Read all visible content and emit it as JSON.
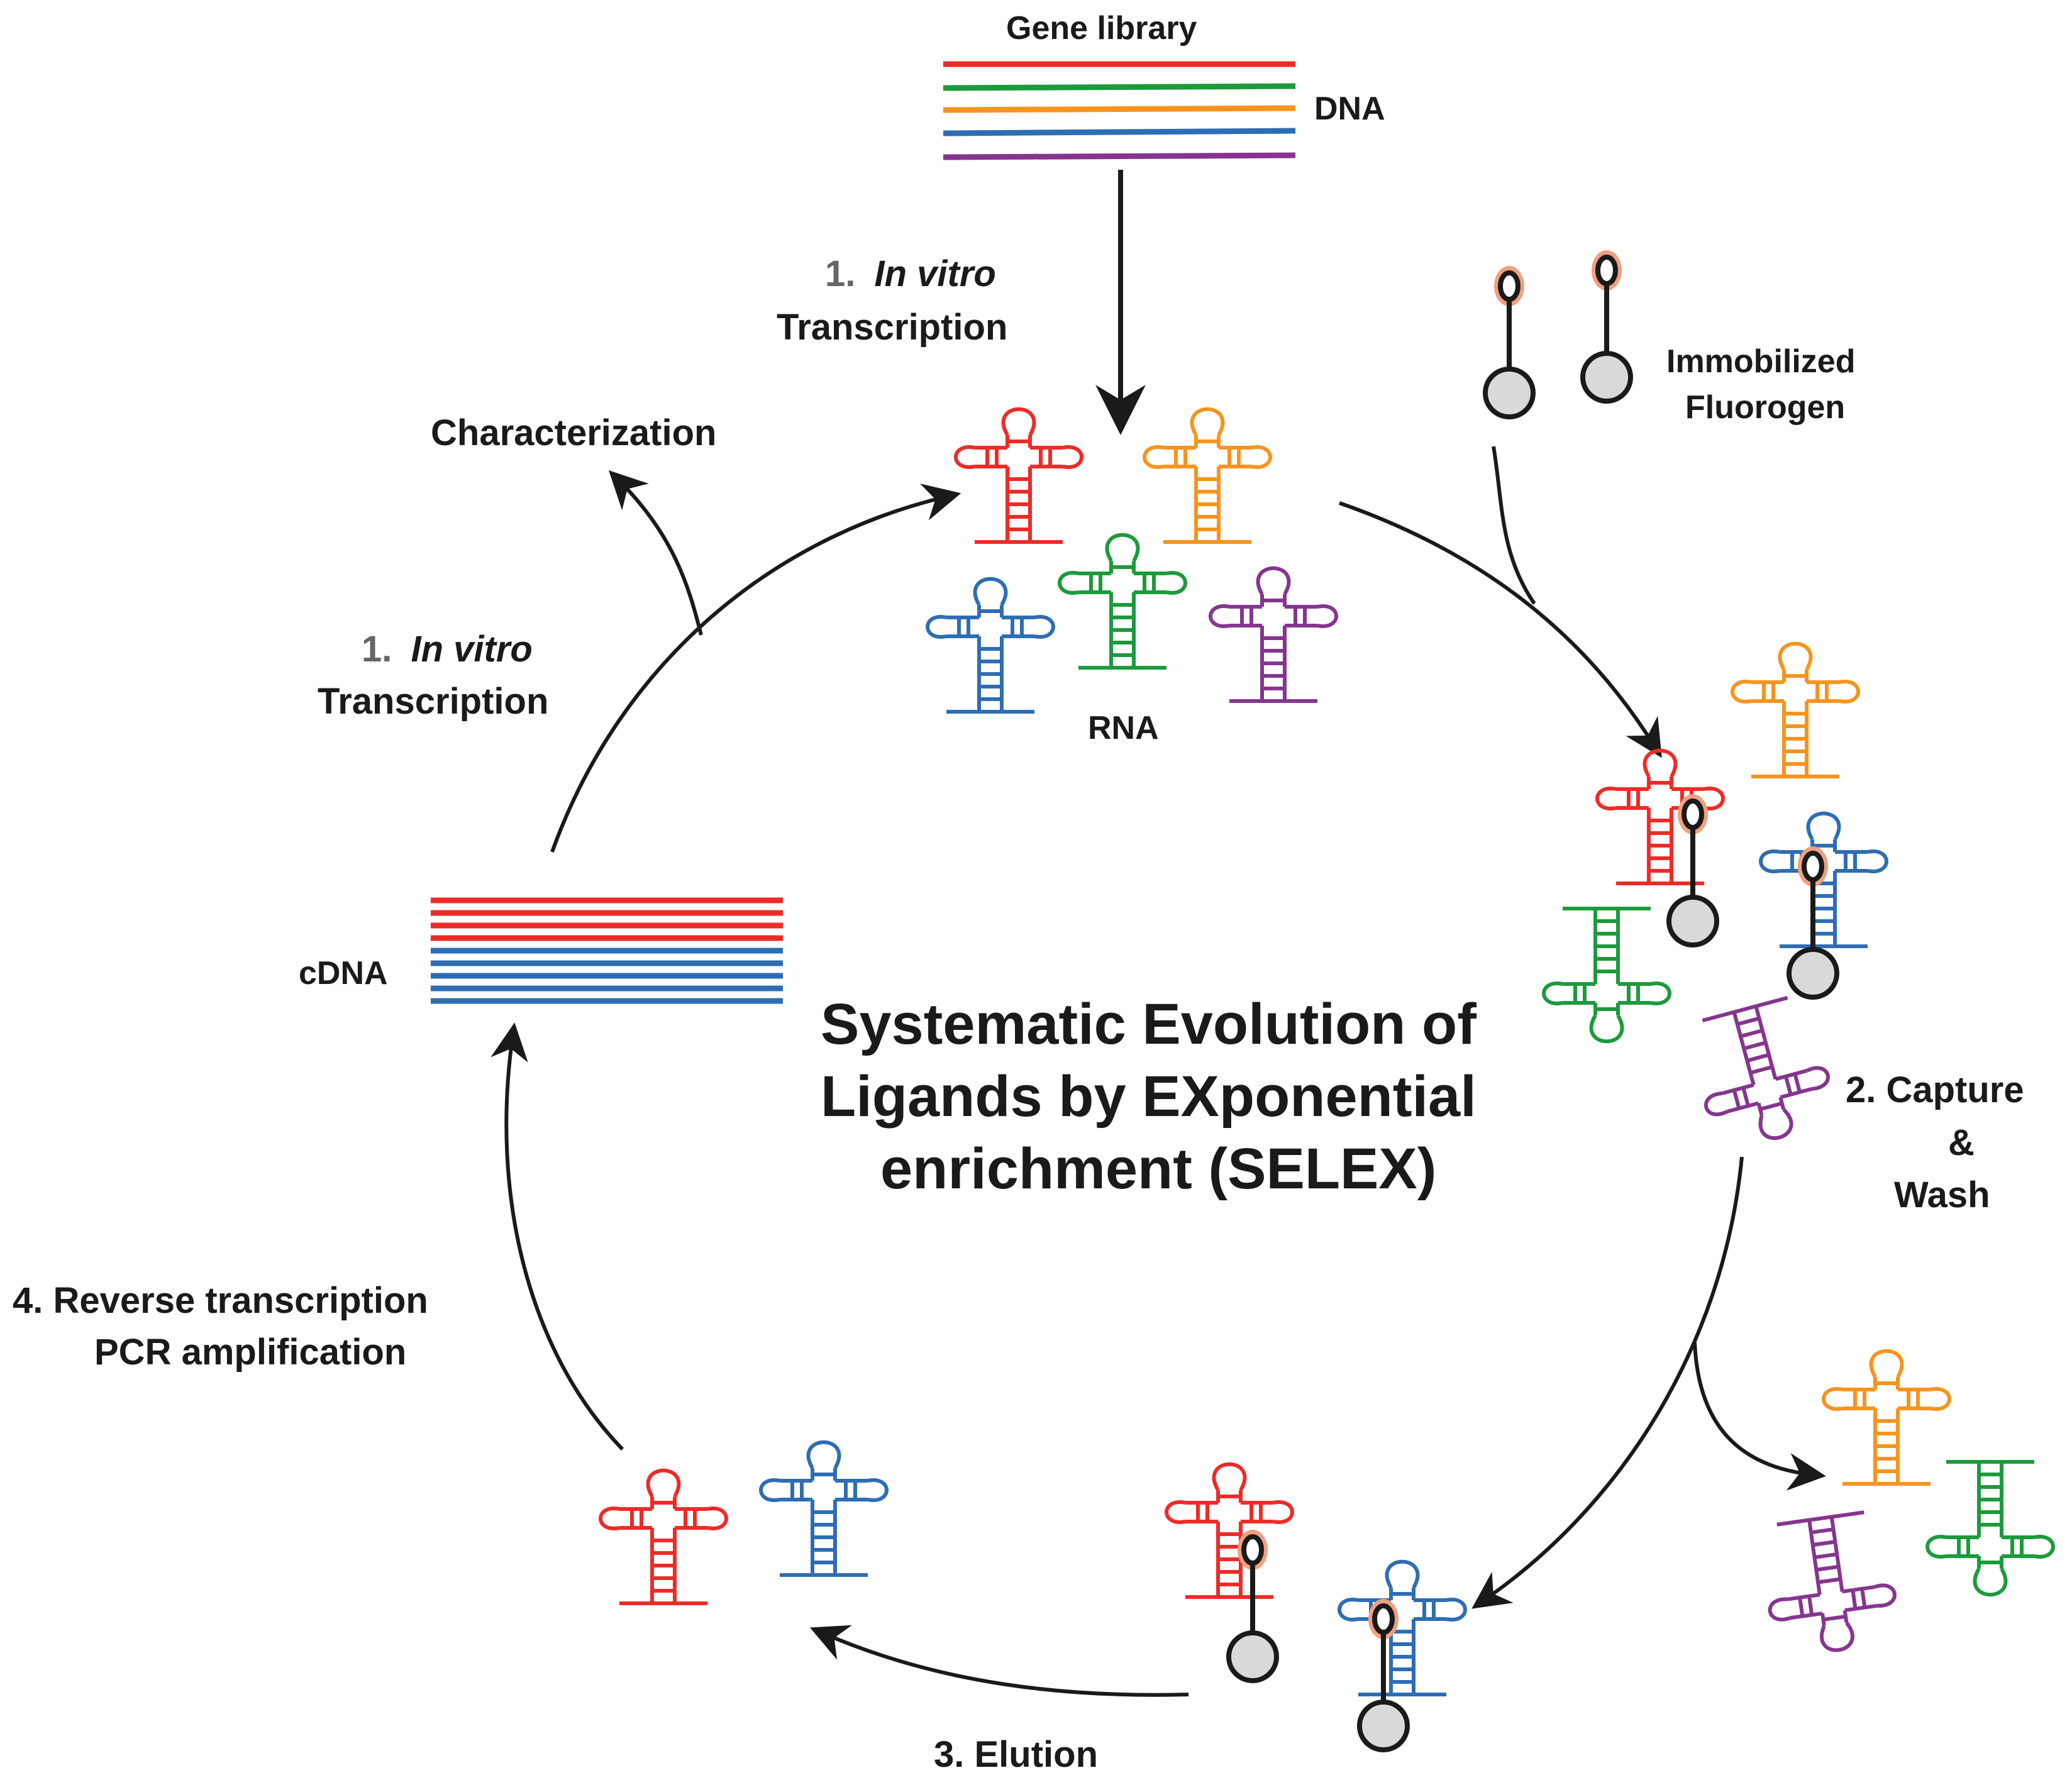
{
  "labels": {
    "gene_library": "Gene library",
    "dna": "DNA",
    "rna": "RNA",
    "cdna": "cDNA",
    "immobilized_1": "Immobilized",
    "immobilized_2": "Fluorogen",
    "characterization": "Characterization",
    "step1_num": "1.",
    "step1_italic": "In vitro",
    "step1_word": "Transcription",
    "step2_line1": "2. Capture",
    "step2_line2": "&",
    "step2_line3": "Wash",
    "step3": "3. Elution",
    "step4_line1": "4. Reverse transcription",
    "step4_line2": "PCR amplification",
    "title_line1": "Systematic Evolution of",
    "title_line2": "Ligands by EXponential",
    "title_line3": "enrichment (SELEX)"
  },
  "colors": {
    "red": "#ee2b27",
    "green": "#1c9a3c",
    "orange": "#f7941d",
    "blue": "#2e6db3",
    "purple": "#86358f",
    "arrow": "#1a1a1a",
    "bead_fill": "#d9d9d9",
    "fluorogen_glow": "#f0a080",
    "number_gray": "#666666"
  },
  "dna_strand_colors": [
    "red",
    "green",
    "orange",
    "blue",
    "purple"
  ],
  "cdna_strand_colors": [
    "red",
    "red",
    "red",
    "red",
    "blue",
    "blue",
    "blue",
    "blue",
    "blue"
  ]
}
